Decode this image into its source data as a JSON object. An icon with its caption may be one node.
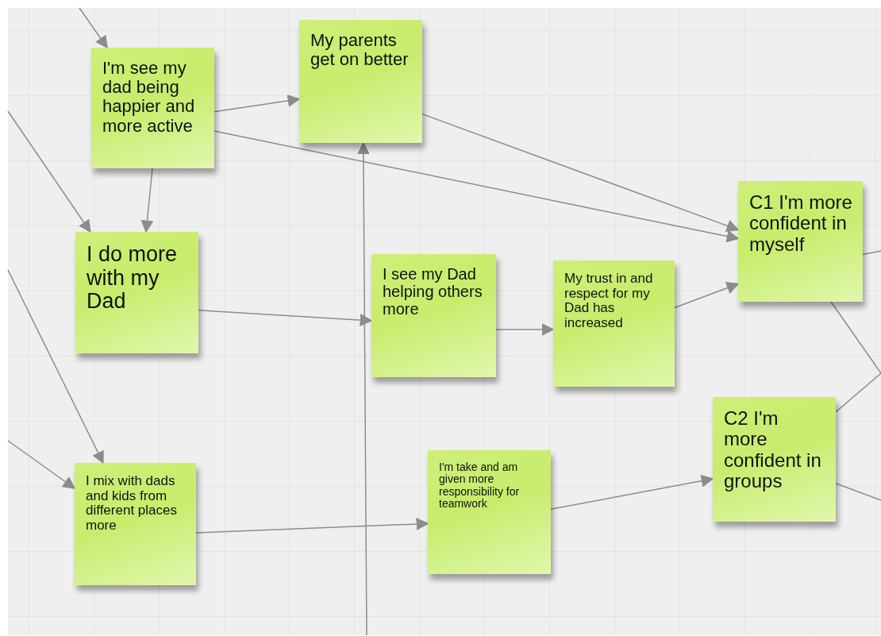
{
  "diagram": {
    "nodes": [
      {
        "text": [
          "I'm see my dad being happier and more active"
        ]
      },
      {
        "text": [
          "My parents get on better"
        ]
      },
      {
        "text": [
          "I do more with my Dad"
        ]
      },
      {
        "text": [
          "I see my Dad helping others more"
        ]
      },
      {
        "text": [
          "My trust in and respect for my Dad has increased"
        ]
      },
      {
        "text": [
          "C1 I'm more confident in myself"
        ]
      },
      {
        "text": [
          "I mix with dads and kids from different places more"
        ]
      },
      {
        "text": [
          "I'm take and am given more responsibility for teamwork"
        ]
      },
      {
        "text": [
          "C2 I'm more confident in groups"
        ]
      }
    ],
    "edges": [
      {
        "from": null,
        "to": 0,
        "arrow": "to"
      },
      {
        "from": 0,
        "to": 1,
        "arrow": "to"
      },
      {
        "from": 0,
        "to": 5,
        "arrow": "to"
      },
      {
        "from": 1,
        "to": 5,
        "arrow": "to"
      },
      {
        "from": null,
        "to": 2,
        "arrow": "to"
      },
      {
        "from": 0,
        "to": 2,
        "arrow": "to"
      },
      {
        "from": null,
        "to": 6,
        "arrow": "to"
      },
      {
        "from": null,
        "to": 6,
        "arrow": "to"
      },
      {
        "from": 2,
        "to": 3,
        "arrow": "to"
      },
      {
        "from": 3,
        "to": 4,
        "arrow": "to"
      },
      {
        "from": 4,
        "to": 5,
        "arrow": "to"
      },
      {
        "from": 6,
        "to": 7,
        "arrow": "to"
      },
      {
        "from": null,
        "to": 1,
        "arrow": "to"
      },
      {
        "from": 7,
        "to": 8,
        "arrow": "to"
      },
      {
        "from": 5,
        "to": null,
        "arrow": "none"
      },
      {
        "from": 5,
        "to": null,
        "arrow": "none"
      },
      {
        "from": 8,
        "to": null,
        "arrow": "none"
      },
      {
        "from": 8,
        "to": null,
        "arrow": "none"
      }
    ]
  }
}
